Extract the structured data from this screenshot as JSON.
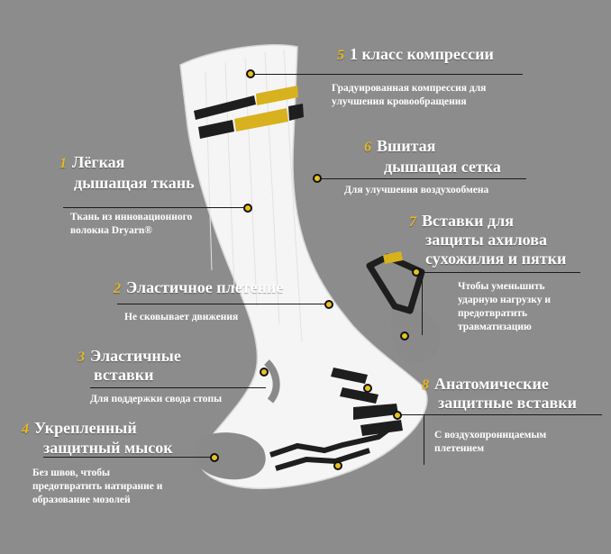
{
  "colors": {
    "background": "#8c8c8c",
    "sock": "#f5f5f5",
    "stripe_black": "#1e1e1e",
    "stripe_yellow": "#d8b11e",
    "number_yellow": "#e8b820",
    "pad_gray": "#8a8a8a",
    "line": "#1a1a1a"
  },
  "features": [
    {
      "num": "1",
      "title_lines": [
        "Лёгкая",
        "дышащая ткань"
      ],
      "desc_lines": [
        "Ткань из инновационного",
        "волокна Dryarn®"
      ]
    },
    {
      "num": "2",
      "title_lines": [
        "Эластичное плетение"
      ],
      "desc_lines": [
        "Не сковывает движения"
      ]
    },
    {
      "num": "3",
      "title_lines": [
        "Эластичные",
        "вставки"
      ],
      "desc_lines": [
        "Для поддержки свода стопы"
      ]
    },
    {
      "num": "4",
      "title_lines": [
        "Укрепленный",
        "защитный мысок"
      ],
      "desc_lines": [
        "Без швов, чтобы",
        "предотвратить  натирание и",
        "образование мозолей"
      ]
    },
    {
      "num": "5",
      "title_lines": [
        "1 класс компрессии"
      ],
      "desc_lines": [
        "Градуированная компрессия для",
        "улучшения кровообращения"
      ]
    },
    {
      "num": "6",
      "title_lines": [
        "Вшитая",
        "дышащая сетка"
      ],
      "desc_lines": [
        "Для улучшения воздухообмена"
      ]
    },
    {
      "num": "7",
      "title_lines": [
        "Вставки для",
        "защиты ахилова",
        "сухожилия и пятки"
      ],
      "desc_lines": [
        "Чтобы уменьшить",
        "ударную нагрузку и",
        "предотвратить",
        "травматизацию"
      ]
    },
    {
      "num": "8",
      "title_lines": [
        "Анатомические",
        "защитные вставки"
      ],
      "desc_lines": [
        "С воздухопроницаемым",
        "плетением"
      ]
    }
  ]
}
